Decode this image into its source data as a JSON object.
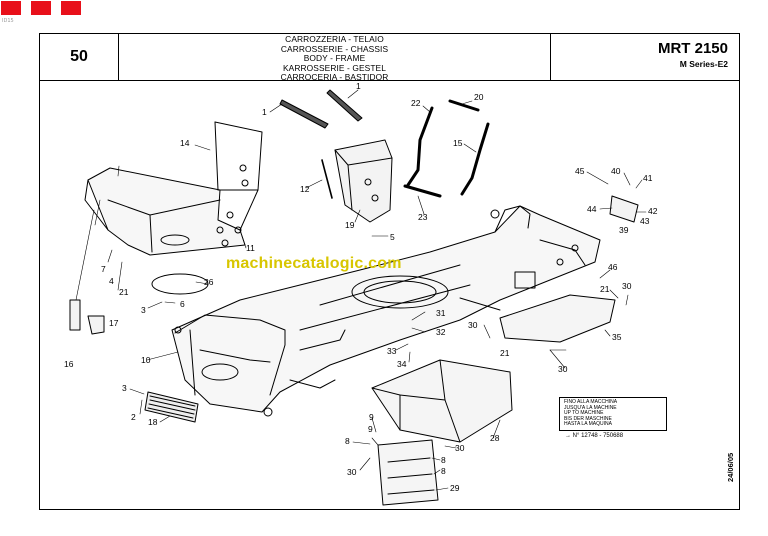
{
  "header": {
    "page_number": "50",
    "titles": [
      "CARROZZERIA - TELAIO",
      "CARROSSERIE - CHASSIS",
      "BODY - FRAME",
      "KARROSSERIE - GESTEL",
      "CARROCERIA - BASTIDOR"
    ],
    "model": "MRT 2150",
    "series": "M Series-E2"
  },
  "watermark": "machinecatalogic.com",
  "side_mark": "ID15",
  "note": {
    "lines": [
      "FINO ALLA MACCHINA",
      "JUSQU'A LA MACHINE",
      "UP TO MACHINE",
      "BIS DER MASCHINE",
      "HASTA LA MAQUINA"
    ],
    "serial": "→ N° 12748 - 750688"
  },
  "date": "24/06/05",
  "callouts": [
    "1",
    "1",
    "22",
    "20",
    "14",
    "12",
    "15",
    "19",
    "23",
    "5",
    "45",
    "40",
    "41",
    "44",
    "42",
    "43",
    "39",
    "7",
    "4",
    "21",
    "11",
    "26",
    "3",
    "6",
    "16",
    "17",
    "10",
    "46",
    "21",
    "30",
    "31",
    "32",
    "30",
    "35",
    "33",
    "21",
    "34",
    "30",
    "3",
    "2",
    "18",
    "9",
    "28",
    "8",
    "30",
    "8",
    "8",
    "9",
    "30",
    "29"
  ],
  "colors": {
    "brand_red": "#e8101a",
    "watermark": "#d8c600"
  }
}
